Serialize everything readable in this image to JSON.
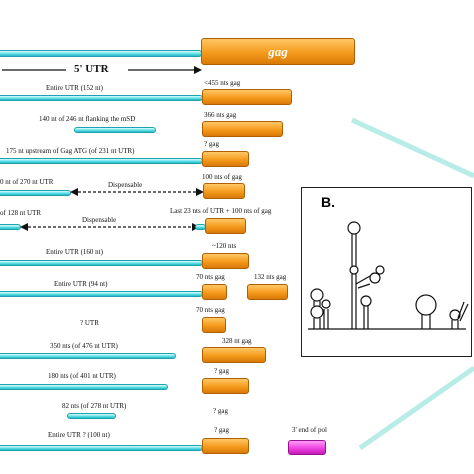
{
  "header": {
    "utr_label": "5' UTR",
    "gag_label": "gag"
  },
  "rows": [
    {
      "label": "Entire UTR (152 nt)",
      "gag_label": "<455 nts gag"
    },
    {
      "label": "140 nt of 246 nt flanking the mSD",
      "gag_label": "366 nts gag"
    },
    {
      "label": "175 nt upstream of Gag ATG (of 231 nt UTR)",
      "gag_label": "? gag"
    },
    {
      "label": "0 nt of 270 nt UTR",
      "middle": "Dispensable",
      "gag_label": "100 nts of gag"
    },
    {
      "label": "of 128 nt UTR",
      "middle": "Dispensable",
      "gag_label": "Last 23 nts of UTR + 100 nts of gag"
    },
    {
      "label": "Entire UTR (160 nt)",
      "gag_label": "~120 nts"
    },
    {
      "label": "Entire UTR (94 nt)",
      "gag_label": "70 nts gag",
      "gag_label_2": "132 nts gag"
    },
    {
      "label": "? UTR",
      "gag_label": "70 nts gag"
    },
    {
      "label": "350 nts (of 476 nt UTR)",
      "gag_label": "328 nt gag"
    },
    {
      "label": "180 nts (of 401 nt UTR)",
      "gag_label": "? gag"
    },
    {
      "label": "82 nts (of 278 nt UTR)",
      "gag_label": "? gag"
    },
    {
      "label": "Entire UTR ? (100 nt)",
      "gag_label": "? gag",
      "pol_label": "3' end of pol"
    }
  ],
  "panel_b": {
    "label": "B."
  },
  "colors": {
    "utr": "#5fe0e6",
    "gag": "#f59a1c",
    "pol": "#ee44e0",
    "connector": "#b8ece6"
  }
}
